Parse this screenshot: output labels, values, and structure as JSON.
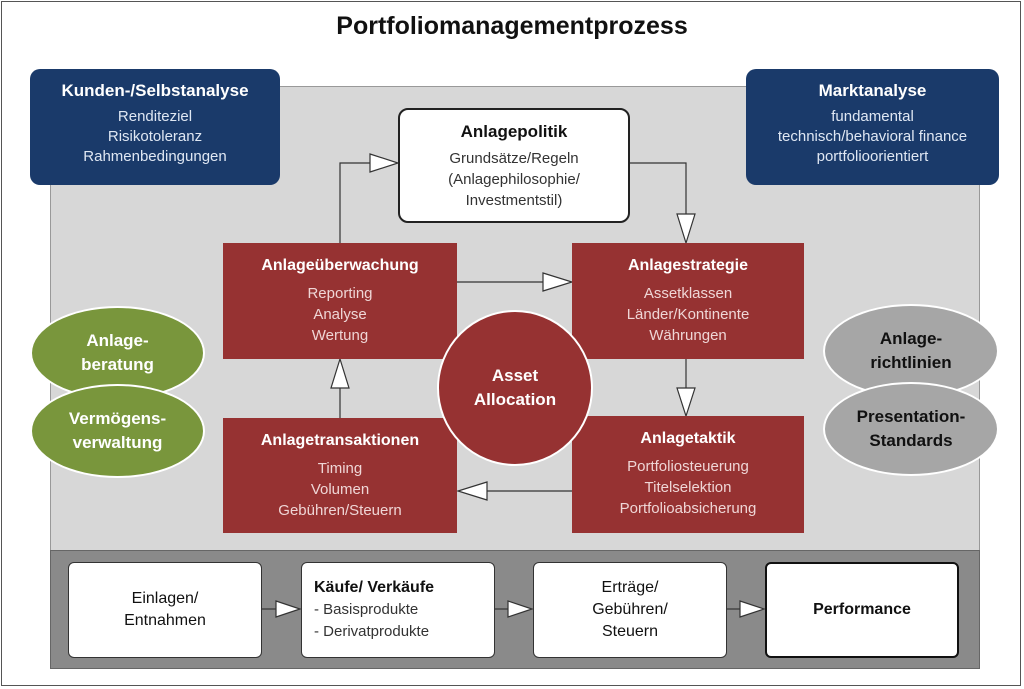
{
  "title": "Portfoliomanagementprozess",
  "kunden": {
    "title": "Kunden-/Selbstanalyse",
    "lines": [
      "Renditeziel",
      "Risikotoleranz",
      "Rahmenbedingungen"
    ]
  },
  "markt": {
    "title": "Marktanalyse",
    "lines": [
      "fundamental",
      "technisch/behavioral finance",
      "portfolioorientiert"
    ]
  },
  "politik": {
    "title": "Anlagepolitik",
    "lines": [
      "Grundsätze/Regeln",
      "(Anlagephilosophie/",
      "Investmentstil)"
    ]
  },
  "ueberwachung": {
    "title": "Anlageüberwachung",
    "lines": [
      "Reporting",
      "Analyse",
      "Wertung"
    ]
  },
  "strategie": {
    "title": "Anlagestrategie",
    "lines": [
      "Assetklassen",
      "Länder/Kontinente",
      "Währungen"
    ]
  },
  "transaktionen": {
    "title": "Anlagetransaktionen",
    "lines": [
      "Timing",
      "Volumen",
      "Gebühren/Steuern"
    ]
  },
  "taktik": {
    "title": "Anlagetaktik",
    "lines": [
      "Portfoliosteuerung",
      "Titelselektion",
      "Portfolioabsicherung"
    ]
  },
  "center": {
    "line1": "Asset",
    "line2": "Allocation"
  },
  "left_ellipses": [
    {
      "line1": "Anlage-",
      "line2": "beratung"
    },
    {
      "line1": "Vermögens-",
      "line2": "verwaltung"
    }
  ],
  "right_ellipses": [
    {
      "line1": "Anlage-",
      "line2": "richtlinien"
    },
    {
      "line1": "Presentation-",
      "line2": "Standards"
    }
  ],
  "bottom": {
    "einlagen": {
      "line1": "Einlagen/",
      "line2": "Entnahmen"
    },
    "kaeufe": {
      "title": "Käufe/ Verkäufe",
      "items": [
        "- Basisprodukte",
        "- Derivatprodukte"
      ]
    },
    "ertraege": {
      "line1": "Erträge/",
      "line2": "Gebühren/",
      "line3": "Steuern"
    },
    "performance": "Performance"
  },
  "colors": {
    "navy": "#1a3a6a",
    "red": "#963232",
    "green": "#79963c",
    "gray": "#a6a6a6",
    "background": "#d7d7d7",
    "band": "#8a8a8a"
  }
}
